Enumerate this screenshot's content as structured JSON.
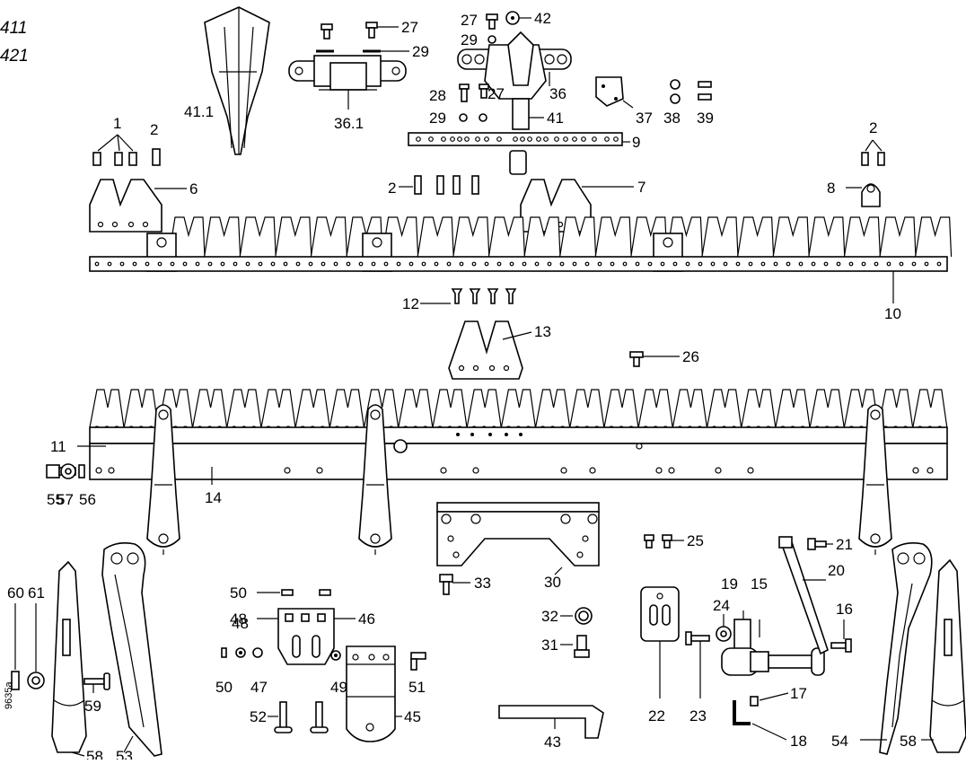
{
  "header_codes": [
    "411",
    "421"
  ],
  "reference": "9635a",
  "labels": {
    "l1": "1",
    "l2a": "2",
    "l2b": "2",
    "l2c": "2",
    "l6": "6",
    "l7": "7",
    "l8": "8",
    "l9": "9",
    "l10": "10",
    "l11": "11",
    "l12": "12",
    "l13": "13",
    "l14": "14",
    "l15": "15",
    "l16": "16",
    "l17": "17",
    "l18": "18",
    "l19": "19",
    "l20": "20",
    "l21": "21",
    "l22": "22",
    "l23": "23",
    "l24": "24",
    "l25": "25",
    "l26": "26",
    "l27a": "27",
    "l27b": "27",
    "l27c": "27",
    "l28": "28",
    "l29a": "29",
    "l29b": "29",
    "l29c": "29",
    "l30": "30",
    "l31": "31",
    "l32": "32",
    "l33": "33",
    "l36": "36",
    "l361": "36.1",
    "l37": "37",
    "l38": "38",
    "l39": "39",
    "l411": "41.1",
    "l41": "41",
    "l42": "42",
    "l43": "43",
    "l45": "45",
    "l46": "46",
    "l47": "47",
    "l48a": "48",
    "l48b": "48",
    "l49": "49",
    "l50a": "50",
    "l50b": "50",
    "l51": "51",
    "l52": "52",
    "l53": "53",
    "l54": "54",
    "l55": "55",
    "l56": "56",
    "l57": "57",
    "l58a": "58",
    "l58b": "58",
    "l59": "59",
    "l60": "60",
    "l61": "61"
  }
}
